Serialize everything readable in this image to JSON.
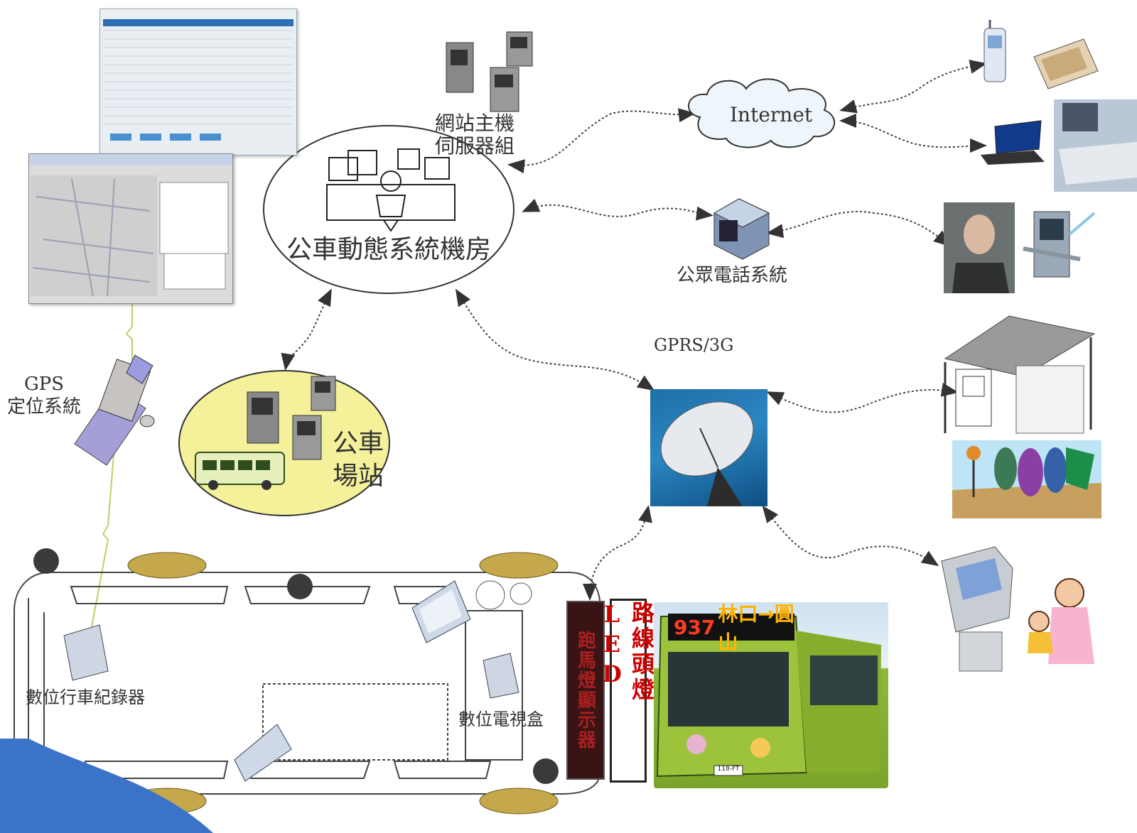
{
  "labels": {
    "web_servers": "網站主機\n伺服器組",
    "control_room": "公車動態系統機房",
    "internet": "Internet",
    "phone_system": "公眾電話系統",
    "gprs": "GPRS/3G",
    "gps": "GPS\n定位系統",
    "depot": "公車\n場站",
    "recorder": "數位行車紀錄器",
    "tv_box": "數位電視盒",
    "headlight_led": "路線頭燈LED",
    "led_bar": "跑馬燈顯示器",
    "route_led_number": "937",
    "route_led_text": "林口→圓山",
    "plate": "118-FT"
  },
  "colors": {
    "ellipse_stroke": "#333333",
    "depot_fill": "#f4f19a",
    "dish_bg": "#1f6fa8",
    "led_red": "#cc0000",
    "bus_green": "#8db83a"
  },
  "icons": [
    "server-icon",
    "workstation-icon",
    "cloud-icon",
    "phone-icon",
    "pda-icon",
    "laptop-icon",
    "keyboard-icon",
    "switch-box-icon",
    "businessman-icon",
    "payphone-icon",
    "bus-stop-icon",
    "people-icon",
    "kiosk-icon",
    "children-icon",
    "satellite-icon",
    "dish-icon",
    "bus-icon",
    "camera-icon",
    "monitor-icon"
  ]
}
